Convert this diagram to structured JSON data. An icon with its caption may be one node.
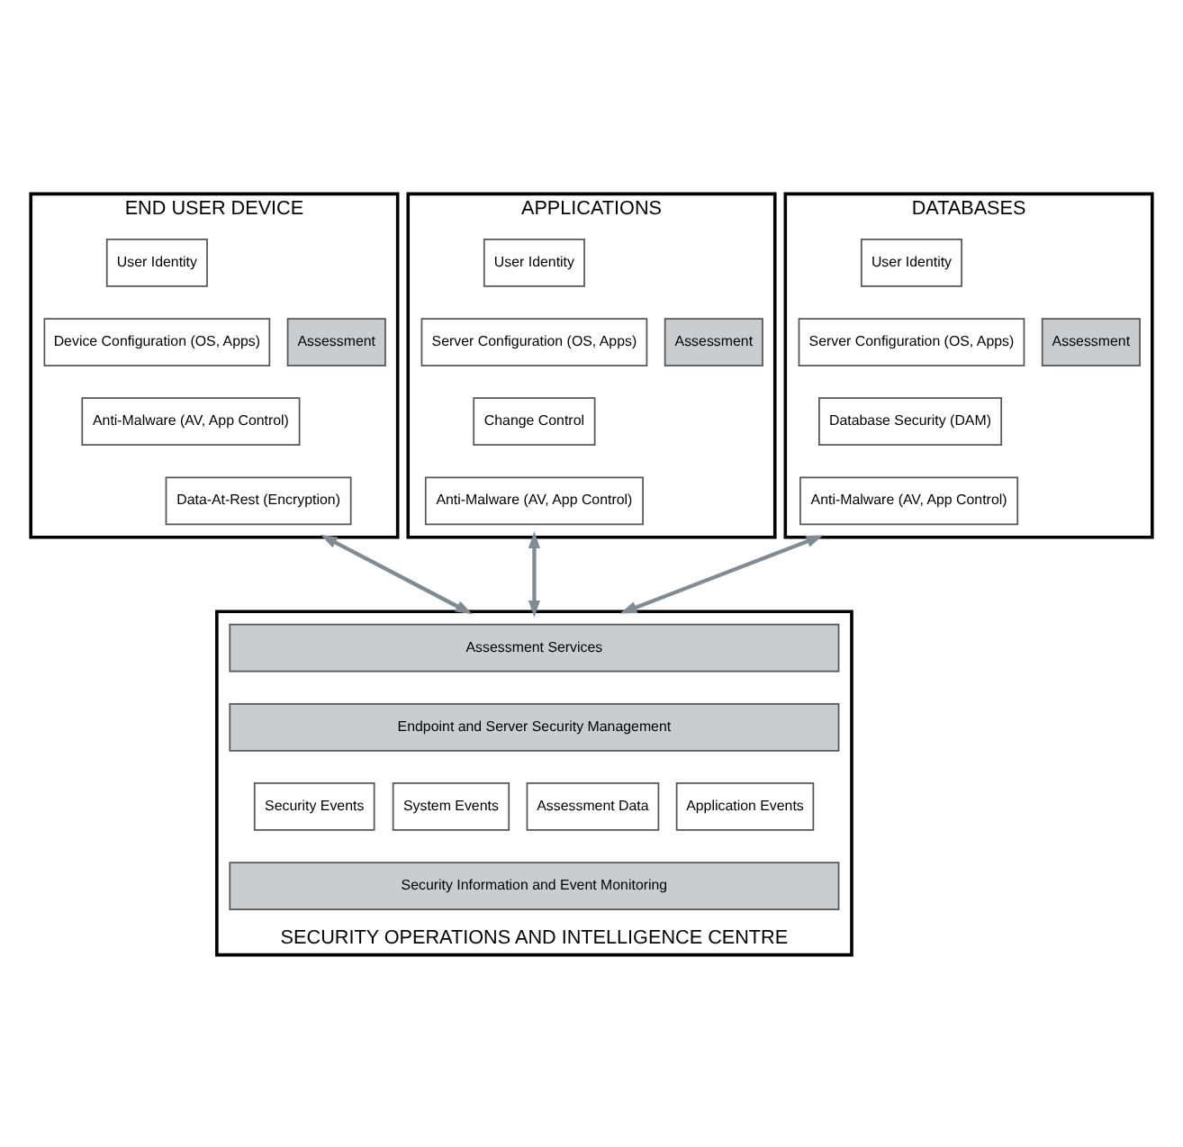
{
  "diagram": {
    "nodes": [
      {
        "text": [
          "END USER DEVICE"
        ]
      },
      {
        "text": [
          "User Identity"
        ],
        "in": 0
      },
      {
        "text": [
          "Device Configuration (OS, Apps)"
        ],
        "in": 0
      },
      {
        "text": [
          "Anti-Malware (AV, App Control)"
        ],
        "in": 0
      },
      {
        "text": [
          "Data-At-Rest (Encryption)"
        ],
        "in": 0
      },
      {
        "text": [
          "Assessment"
        ],
        "in": 0
      },
      {
        "text": [
          "APPLICATIONS"
        ]
      },
      {
        "text": [
          "User Identity"
        ],
        "in": 6
      },
      {
        "text": [
          "Server Configuration (OS, Apps)"
        ],
        "in": 6
      },
      {
        "text": [
          "Change Control"
        ],
        "in": 6
      },
      {
        "text": [
          "Anti-Malware (AV, App Control)"
        ],
        "in": 6
      },
      {
        "text": [
          "Assessment"
        ],
        "in": 6
      },
      {
        "text": [
          "DATABASES"
        ]
      },
      {
        "text": [
          "User Identity"
        ],
        "in": 12
      },
      {
        "text": [
          "Server Configuration (OS, Apps)"
        ],
        "in": 12
      },
      {
        "text": [
          "Database Security (DAM)"
        ],
        "in": 12
      },
      {
        "text": [
          "Anti-Malware (AV, App Control)"
        ],
        "in": 12
      },
      {
        "text": [
          "Assessment"
        ],
        "in": 12
      },
      {
        "text": [
          "SECURITY OPERATIONS AND INTELLIGENCE CENTRE"
        ]
      },
      {
        "text": [
          "Assessment Services"
        ],
        "in": 18
      },
      {
        "text": [
          "Endpoint and Server Security Management"
        ],
        "in": 18
      },
      {
        "text": [
          "Security Events"
        ],
        "in": 18
      },
      {
        "text": [
          "System Events"
        ],
        "in": 18
      },
      {
        "text": [
          "Assessment Data"
        ],
        "in": 18
      },
      {
        "text": [
          "Application Events"
        ],
        "in": 18
      },
      {
        "text": [
          "Security Information and Event Monitoring"
        ],
        "in": 18
      }
    ],
    "edges": [
      {
        "from": 0,
        "to": 18,
        "arrow": "both"
      },
      {
        "from": 6,
        "to": 18,
        "arrow": "both"
      },
      {
        "from": 12,
        "to": 18,
        "arrow": "both"
      }
    ]
  }
}
